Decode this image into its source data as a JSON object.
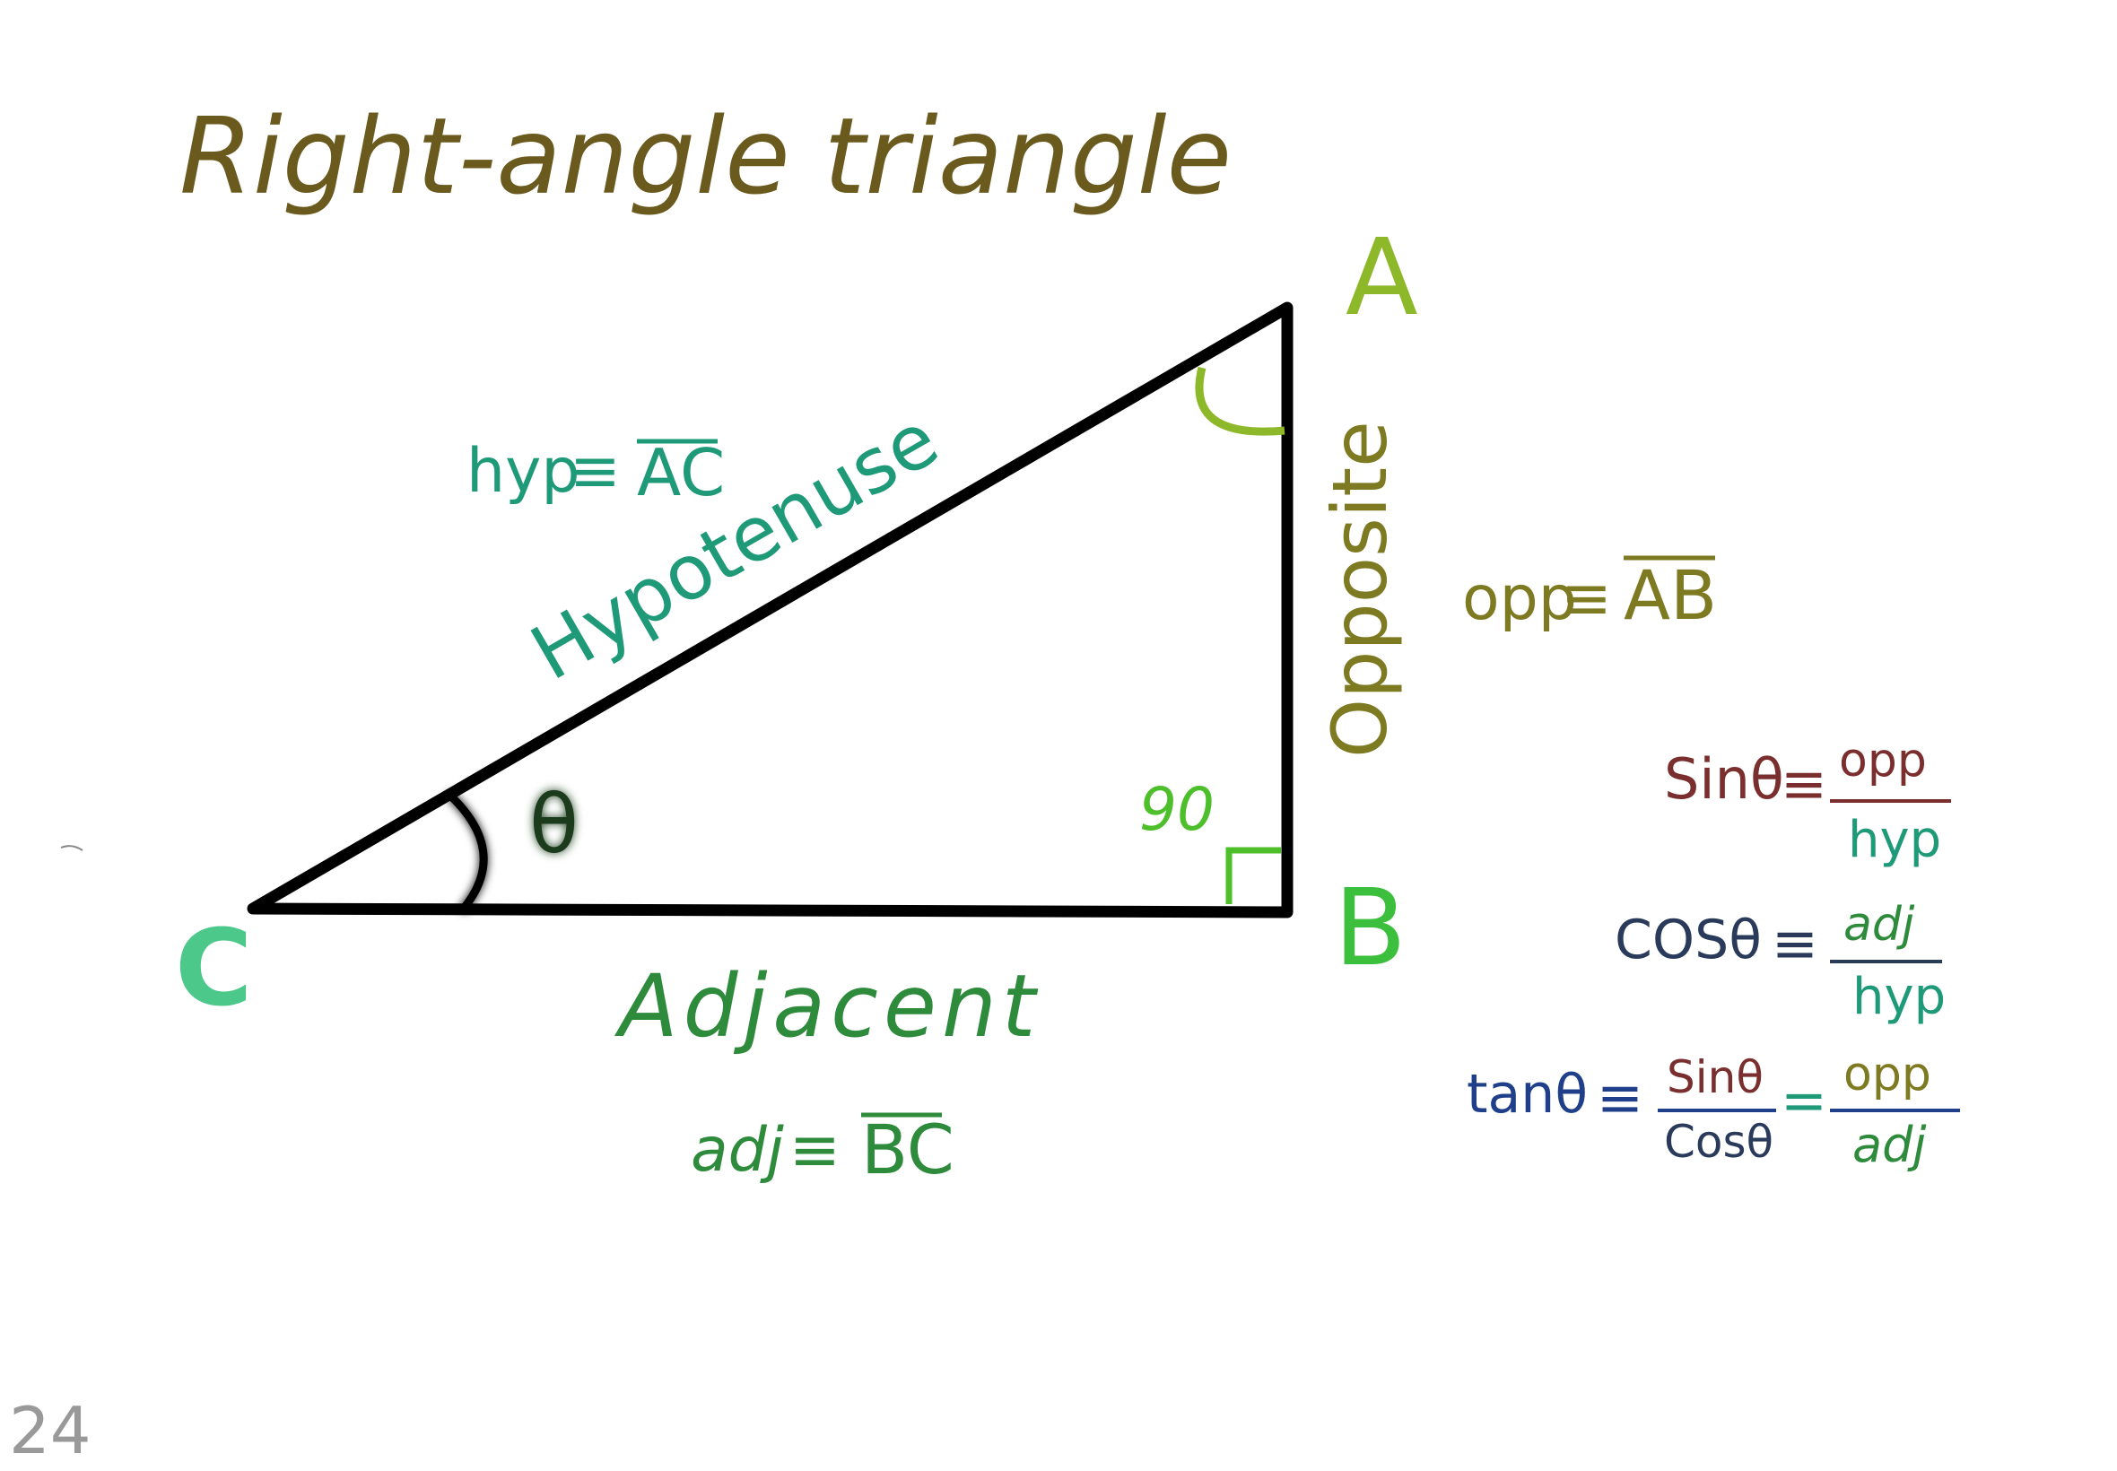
{
  "title": "Right-angle triangle",
  "page_number": "24",
  "vertices": {
    "a": "A",
    "b": "B",
    "c": "C"
  },
  "angles": {
    "theta": "θ",
    "right_angle": "90"
  },
  "sides": {
    "hypotenuse": {
      "label": "Hypotenuse",
      "abbr": "hyp",
      "equiv": "≡",
      "segment": "AC"
    },
    "opposite": {
      "label": "Opposite",
      "abbr": "opp",
      "equiv": "≡",
      "segment": "AB"
    },
    "adjacent": {
      "label": "Adjacent",
      "abbr": "adj",
      "equiv": "≡",
      "segment": "BC"
    }
  },
  "formulas": {
    "sin": {
      "lhs": "Sinθ",
      "equiv": "≡",
      "num": "opp",
      "den": "hyp"
    },
    "cos": {
      "lhs": "COSθ",
      "equiv": "≡",
      "num": "adj",
      "den": "hyp"
    },
    "tan": {
      "lhs": "tanθ",
      "equiv": "≡",
      "num1": "Sinθ",
      "den1": "Cosθ",
      "eq": "=",
      "num2": "opp",
      "den2": "adj"
    }
  },
  "colors": {
    "title": "#6b5a1e",
    "triangle": "#000000",
    "vertex_a": "#8db82a",
    "vertex_b": "#3cbf3c",
    "vertex_c": "#4cc98a",
    "hypotenuse": "#1f9a78",
    "opposite": "#7d7a22",
    "adjacent": "#2e8b3c",
    "right_angle": "#4cbf2a",
    "theta_glow": "#3ccf3c",
    "sin": "#7a2e2e",
    "cos": "#2a3a5a",
    "tan": "#1f3f8a",
    "page_number": "#999999"
  }
}
